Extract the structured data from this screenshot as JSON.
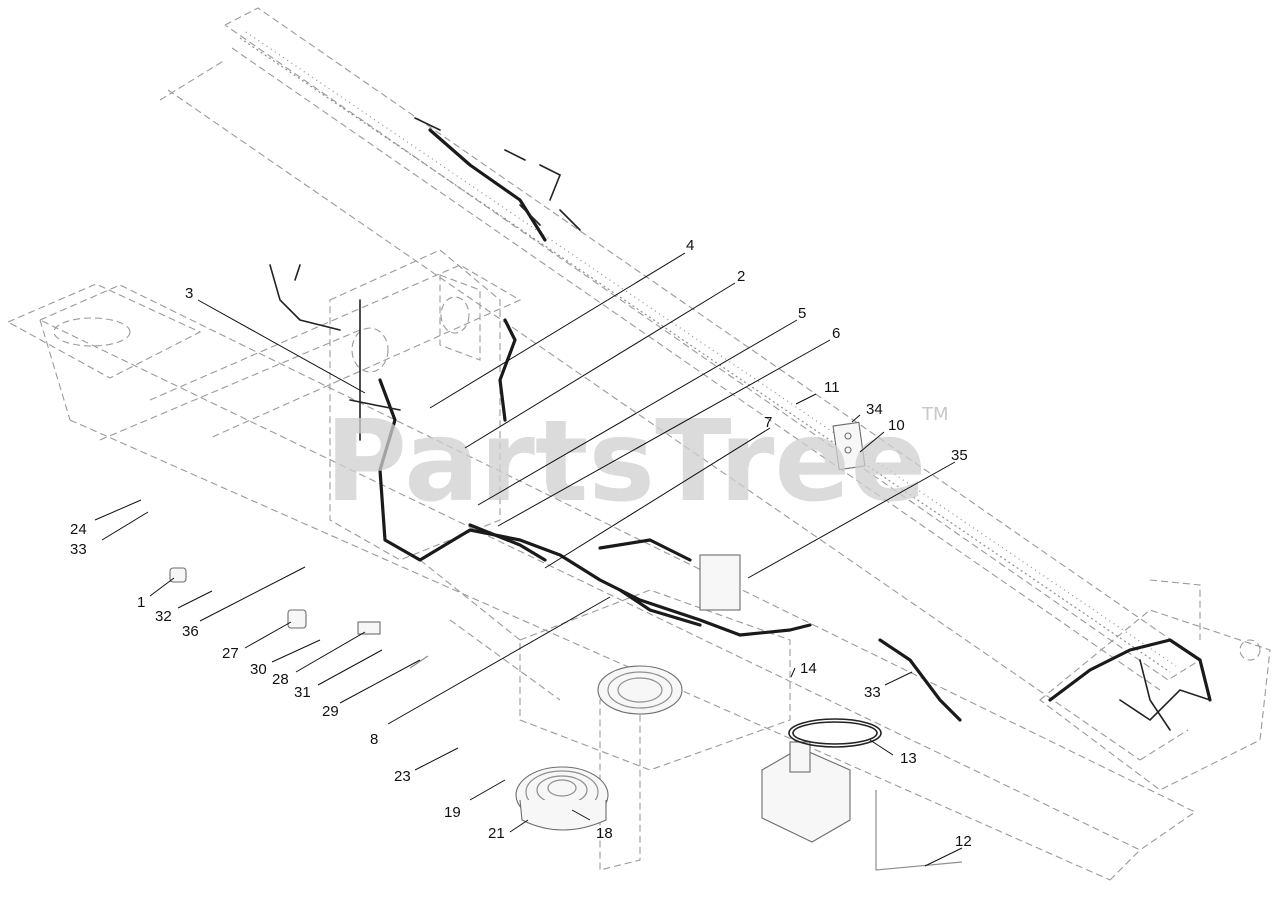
{
  "watermark": {
    "text": "PartsTree",
    "mark": "TM"
  },
  "callouts": [
    {
      "id": "c1",
      "label": "1"
    },
    {
      "id": "c2",
      "label": "2"
    },
    {
      "id": "c3",
      "label": "3"
    },
    {
      "id": "c4",
      "label": "4"
    },
    {
      "id": "c5",
      "label": "5"
    },
    {
      "id": "c6",
      "label": "6"
    },
    {
      "id": "c7",
      "label": "7"
    },
    {
      "id": "c8",
      "label": "8"
    },
    {
      "id": "c10",
      "label": "10"
    },
    {
      "id": "c11",
      "label": "11"
    },
    {
      "id": "c12",
      "label": "12"
    },
    {
      "id": "c13",
      "label": "13"
    },
    {
      "id": "c14",
      "label": "14"
    },
    {
      "id": "c18",
      "label": "18"
    },
    {
      "id": "c19",
      "label": "19"
    },
    {
      "id": "c21",
      "label": "21"
    },
    {
      "id": "c23",
      "label": "23"
    },
    {
      "id": "c24",
      "label": "24"
    },
    {
      "id": "c27",
      "label": "27"
    },
    {
      "id": "c28",
      "label": "28"
    },
    {
      "id": "c29",
      "label": "29"
    },
    {
      "id": "c30a",
      "label": "30"
    },
    {
      "id": "c30b",
      "label": "30"
    },
    {
      "id": "c31",
      "label": "31"
    },
    {
      "id": "c32",
      "label": "32"
    },
    {
      "id": "c33",
      "label": "33"
    },
    {
      "id": "c34",
      "label": "34"
    },
    {
      "id": "c35",
      "label": "35"
    },
    {
      "id": "c36",
      "label": "36"
    }
  ]
}
